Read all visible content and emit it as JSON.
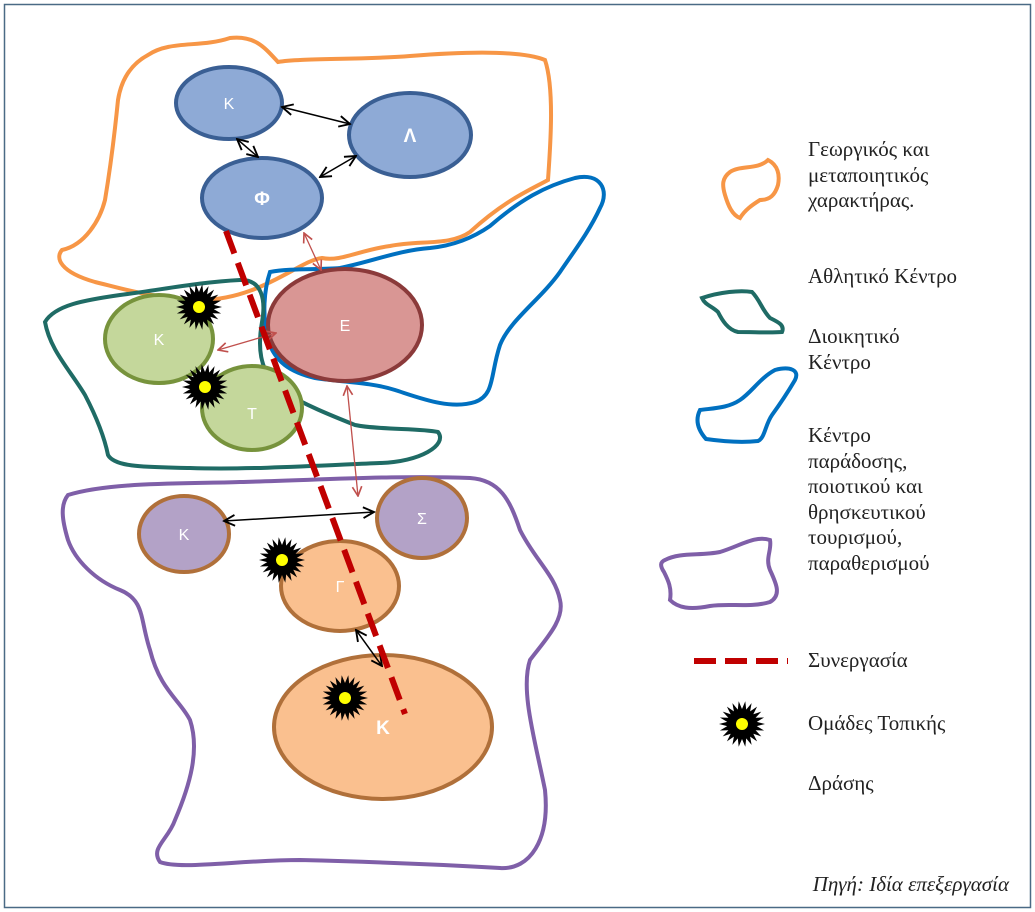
{
  "colors": {
    "frame_border": "#4a6a85",
    "agricultural_zone": "#f79646",
    "sports_zone": "#1f6b65",
    "admin_zone": "#0070c0",
    "tourism_zone": "#7f5fa8",
    "blue_node_fill": "#8eaad6",
    "blue_node_stroke": "#3a5f94",
    "red_node_fill": "#d99694",
    "red_node_stroke": "#8b3a3a",
    "green_node_fill": "#c4d79b",
    "green_node_stroke": "#77933c",
    "purple_node_fill": "#b3a2c7",
    "purple_node_stroke": "#b0703a",
    "orange_node_fill": "#fac08f",
    "orange_node_stroke": "#b0703a",
    "cooperation_line": "#c00000",
    "lag_marker": "#000000",
    "lag_marker_center": "#ffff00",
    "black_arrow": "#000000",
    "red_arrow": "#c0504d"
  },
  "nodes": {
    "k_top": "Κ",
    "lambda": "Λ",
    "phi": "Φ",
    "epsilon": "Ε",
    "k_green": "Κ",
    "tau": "Τ",
    "k_purple": "Κ",
    "sigma": "Σ",
    "gamma": "Γ",
    "k_bottom": "Κ"
  },
  "legend": {
    "agricultural": "Γεωργικός και μεταποιητικός χαρακτήρας.",
    "agricultural_lines": [
      "Γεωργικός και",
      "μεταποιητικός",
      "χαρακτήρας."
    ],
    "sports": "Αθλητικό Κέντρο",
    "admin_lines": [
      "Διοικητικό",
      "Κέντρο"
    ],
    "tourism_lines": [
      "Κέντρο",
      "παράδοσης,",
      "ποιοτικού και",
      "θρησκευτικού",
      "τουρισμού,",
      "παραθερισμού"
    ],
    "cooperation": "Συνεργασία",
    "lag_line1": "Ομάδες Τοπικής",
    "lag_line2": "Δράσης"
  },
  "source": "Πηγή: Ιδία επεξεργασία"
}
